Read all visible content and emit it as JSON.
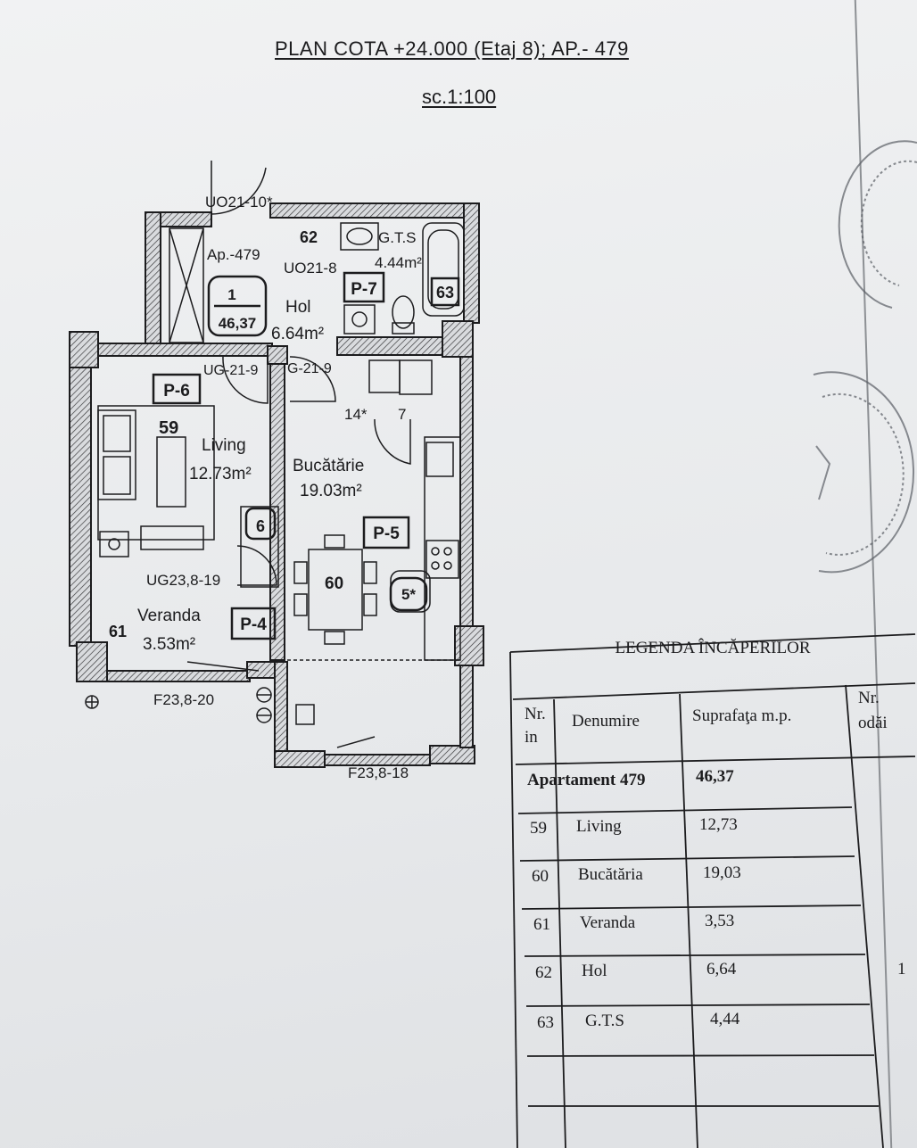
{
  "header": {
    "title": "PLAN COTA +24.000 (Etaj 8); AP.- 479",
    "scale": "sc.1:100"
  },
  "plan": {
    "labels": {
      "uo21_10": "UO21-10*",
      "ap": "Ap.-479",
      "ap_num": "1",
      "ap_area": "46,37",
      "hol_num": "62",
      "hol_name": "Hol",
      "hol_area": "6.64m²",
      "uo21_8": "UO21-8",
      "gts_name": "G.T.S",
      "gts_area": "4.44m²",
      "p7": "P-7",
      "gts_num": "63",
      "p6": "P-6",
      "ug21_9a": "UG-21-9",
      "ug21_9b": "G-21-9",
      "living_num": "59",
      "living_name": "Living",
      "living_area": "12.73m²",
      "kitchen_name": "Bucătărie",
      "kitchen_area": "19.03m²",
      "mark14": "14*",
      "mark7": "7",
      "mark6": "6",
      "p5": "P-5",
      "kitchen_num": "60",
      "mark5": "5*",
      "ug23": "UG23,8-19",
      "veranda_name": "Veranda",
      "veranda_num": "61",
      "veranda_area": "3.53m²",
      "p4": "P-4",
      "f20": "F23,8-20",
      "f18": "F23,8-18"
    }
  },
  "legend": {
    "title": "LEGENDA ÎNCĂPERILOR",
    "headers": {
      "nr": "Nr.",
      "in": "in",
      "name": "Denumire",
      "area": "Suprafaţa m.p.",
      "rooms_nr": "Nr.",
      "rooms": "odăi"
    },
    "apartment": {
      "name": "Apartament 479",
      "area": "46,37"
    },
    "rows": [
      {
        "nr": "59",
        "name": "Living",
        "area": "12,73",
        "rooms": ""
      },
      {
        "nr": "60",
        "name": "Bucătăria",
        "area": "19,03",
        "rooms": ""
      },
      {
        "nr": "61",
        "name": "Veranda",
        "area": "3,53",
        "rooms": ""
      },
      {
        "nr": "62",
        "name": "Hol",
        "area": "6,64",
        "rooms": "1"
      },
      {
        "nr": "63",
        "name": "G.T.S",
        "area": "4,44",
        "rooms": ""
      }
    ]
  }
}
